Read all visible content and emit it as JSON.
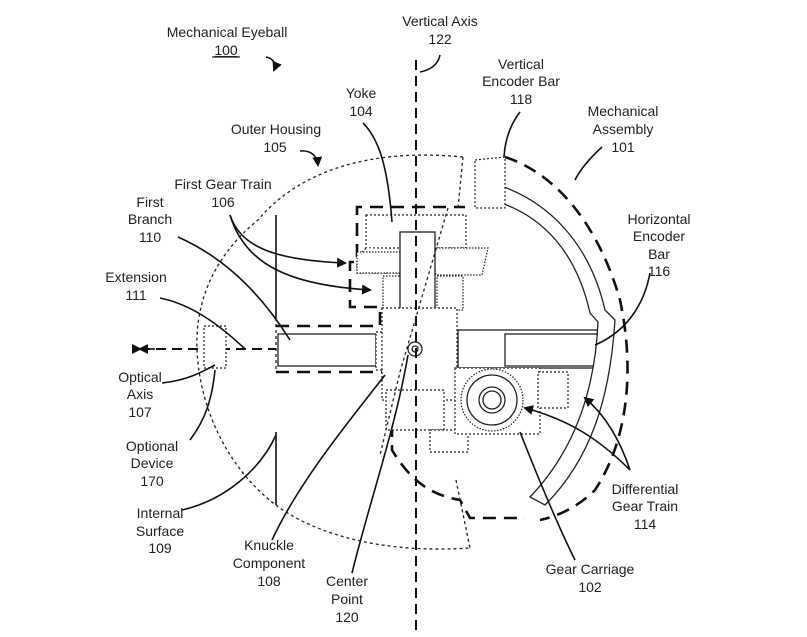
{
  "labels": {
    "mechanical_eyeball": {
      "text": "Mechanical Eyeball",
      "ref": "100"
    },
    "vertical_axis": {
      "text": "Vertical Axis",
      "ref": "122"
    },
    "vertical_encoder_bar": {
      "line1": "Vertical",
      "line2": "Encoder Bar",
      "ref": "118"
    },
    "yoke": {
      "text": "Yoke",
      "ref": "104"
    },
    "mechanical_assembly": {
      "line1": "Mechanical",
      "line2": "Assembly",
      "ref": "101"
    },
    "outer_housing": {
      "text": "Outer Housing",
      "ref": "105"
    },
    "first_gear_train": {
      "text": "First Gear Train",
      "ref": "106"
    },
    "first_branch": {
      "line1": "First",
      "line2": "Branch",
      "ref": "110"
    },
    "horizontal_encoder_bar": {
      "line1": "Horizontal",
      "line2": "Encoder",
      "line3": "Bar",
      "ref": "116"
    },
    "extension": {
      "text": "Extension",
      "ref": "111"
    },
    "optical_axis": {
      "line1": "Optical",
      "line2": "Axis",
      "ref": "107"
    },
    "optional_device": {
      "line1": "Optional",
      "line2": "Device",
      "ref": "170"
    },
    "differential_gear_train": {
      "line1": "Differential",
      "line2": "Gear Train",
      "ref": "114"
    },
    "internal_surface": {
      "line1": "Internal",
      "line2": "Surface",
      "ref": "109"
    },
    "knuckle_component": {
      "line1": "Knuckle",
      "line2": "Component",
      "ref": "108"
    },
    "gear_carriage": {
      "text": "Gear Carriage",
      "ref": "102"
    },
    "center_point": {
      "line1": "Center",
      "line2": "Point",
      "ref": "120"
    }
  },
  "icons": [
    "arrow-icon",
    "gear-icon"
  ]
}
